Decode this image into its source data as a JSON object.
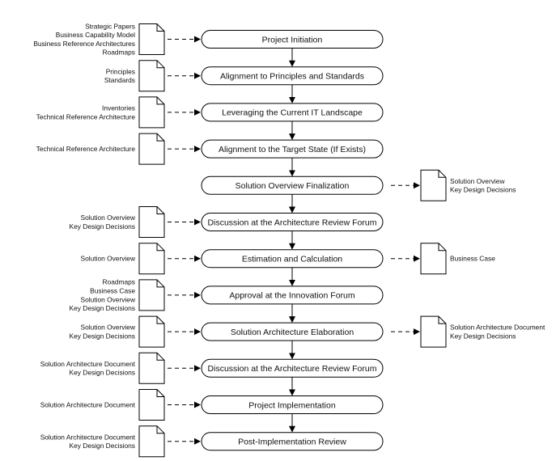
{
  "steps": [
    {
      "label": "Project Initiation",
      "inputs": [
        "Strategic Papers",
        "Business Capability Model",
        "Business Reference Architectures",
        "Roadmaps"
      ],
      "outputs": []
    },
    {
      "label": "Alignment to Principles and Standards",
      "inputs": [
        "Principles",
        "Standards"
      ],
      "outputs": []
    },
    {
      "label": "Leveraging the Current IT Landscape",
      "inputs": [
        "Inventories",
        "Technical Reference Architecture"
      ],
      "outputs": []
    },
    {
      "label": "Alignment to the Target State (If Exists)",
      "inputs": [
        "Technical Reference Architecture"
      ],
      "outputs": []
    },
    {
      "label": "Solution Overview Finalization",
      "inputs": [],
      "outputs": [
        "Solution Overview",
        "Key Design Decisions"
      ]
    },
    {
      "label": "Discussion at the Architecture Review Forum",
      "inputs": [
        "Solution Overview",
        "Key Design Decisions"
      ],
      "outputs": []
    },
    {
      "label": "Estimation and Calculation",
      "inputs": [
        "Solution Overview"
      ],
      "outputs": [
        "Business Case"
      ]
    },
    {
      "label": "Approval at the Innovation Forum",
      "inputs": [
        "Roadmaps",
        "Business Case",
        "Solution Overview",
        "Key Design Decisions"
      ],
      "outputs": []
    },
    {
      "label": "Solution Architecture Elaboration",
      "inputs": [
        "Solution Overview",
        "Key Design Decisions"
      ],
      "outputs": [
        "Solution Architecture Document",
        "Key Design Decisions"
      ]
    },
    {
      "label": "Discussion at the Architecture Review Forum",
      "inputs": [
        "Solution Architecture Document",
        "Key Design Decisions"
      ],
      "outputs": []
    },
    {
      "label": "Project Implementation",
      "inputs": [
        "Solution Architecture Document"
      ],
      "outputs": []
    },
    {
      "label": "Post-Implementation Review",
      "inputs": [
        "Solution Architecture Document",
        "Key Design Decisions"
      ],
      "outputs": []
    }
  ]
}
